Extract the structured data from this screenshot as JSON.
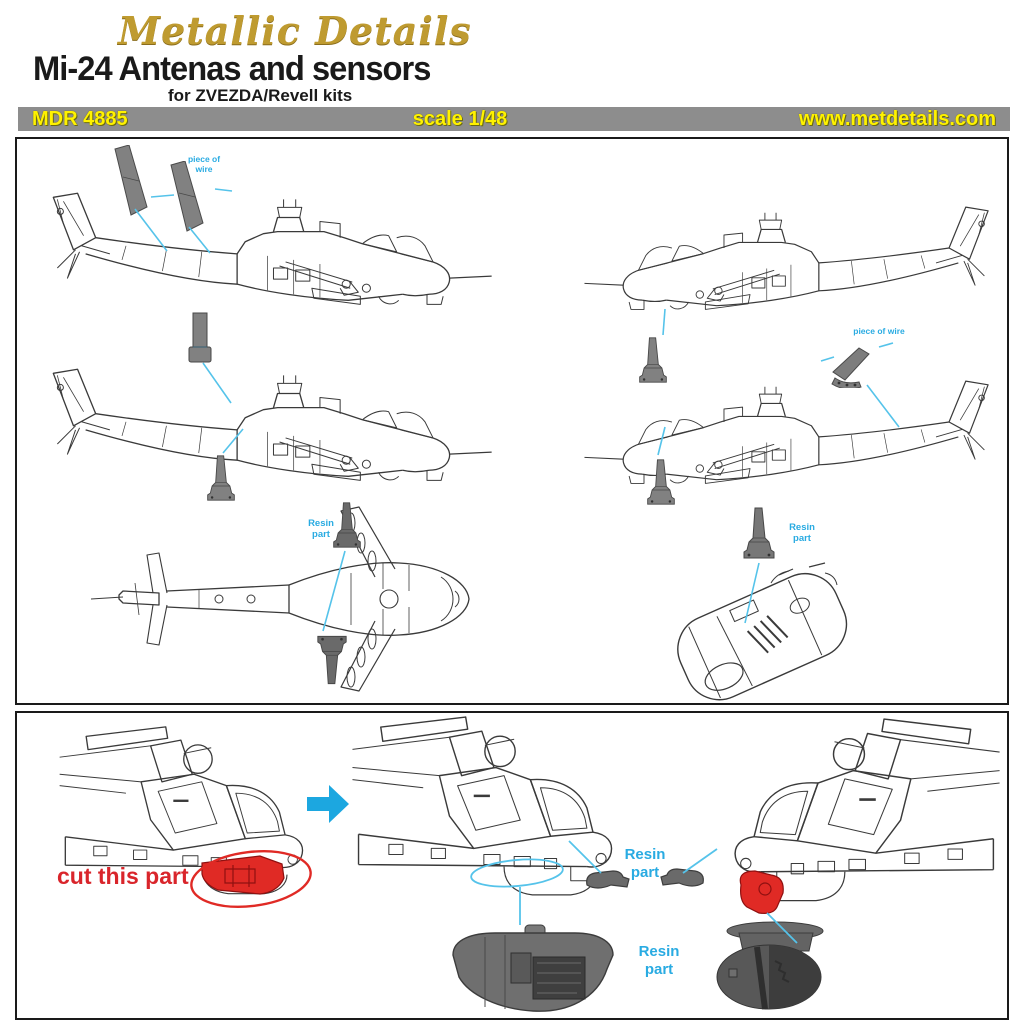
{
  "header": {
    "brand": "Metallic Details",
    "title": "Mi-24 Antenas and sensors",
    "subtitle": "for ZVEZDA/Revell kits"
  },
  "banner": {
    "code": "MDR 4885",
    "scale": "scale 1/48",
    "website": "www.metdetails.com"
  },
  "labels": {
    "piece_of_wire": "piece of wire",
    "resin_part": "Resin part",
    "cut_this_part": "cut this part"
  },
  "colors": {
    "banner_bg": "#8d8d8d",
    "banner_text": "#fff200",
    "brand_gold": "#bf9b30",
    "label_blue": "#29abe2",
    "leader_blue": "#55c3ea",
    "warning_red": "#d9252b",
    "part_red": "#e02a25",
    "arrow_blue": "#1ca7e0",
    "resin_gray": "#818181",
    "resin_dark": "#5f5f5f"
  }
}
